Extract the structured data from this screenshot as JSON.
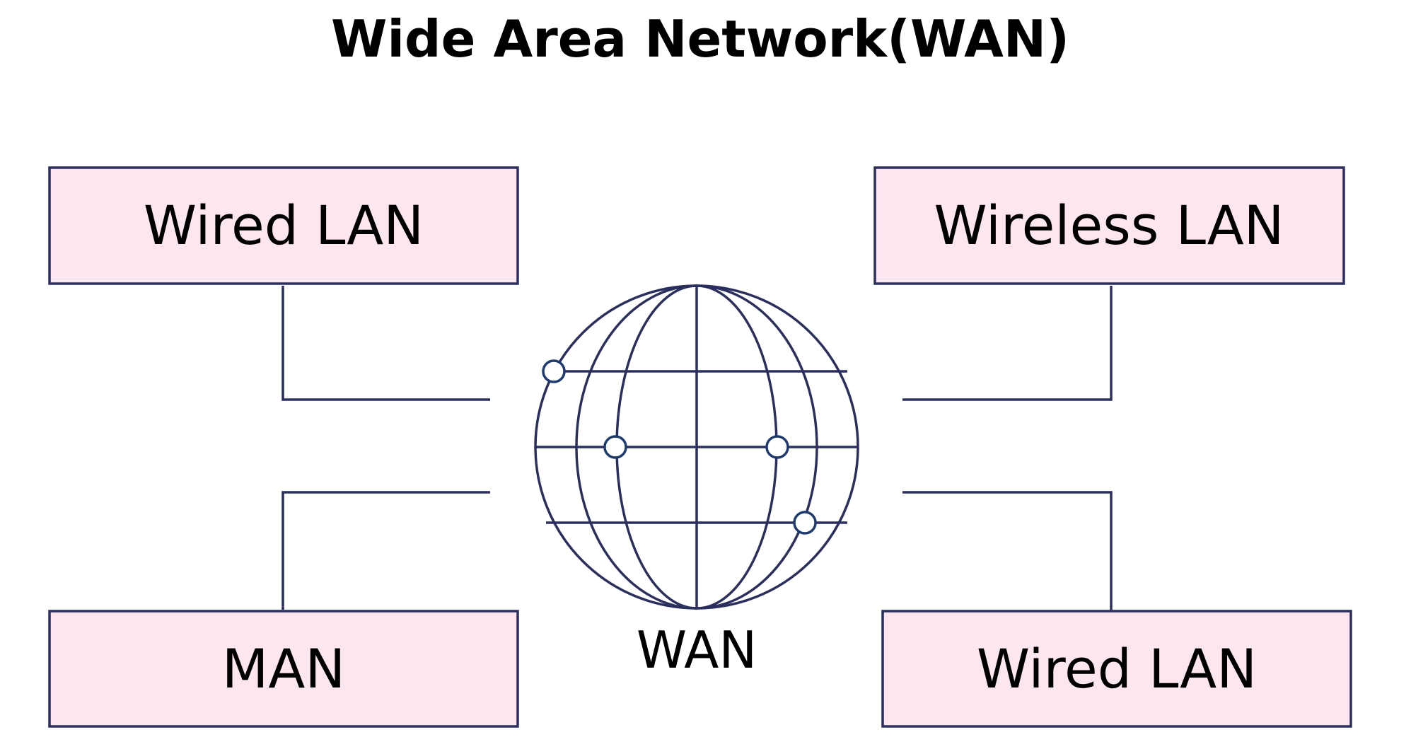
{
  "title": "Wide Area Network(WAN)",
  "colors": {
    "box_fill": "#fde6ef",
    "box_border": "#2b2f5e",
    "line": "#2b2f5e",
    "node_stroke": "#1e3a6e",
    "text": "#000000"
  },
  "boxes": {
    "top_left": "Wired LAN",
    "top_right": "Wireless LAN",
    "bottom_left": "MAN",
    "bottom_right": "Wired LAN"
  },
  "center": {
    "icon": "globe-icon",
    "label": "WAN"
  }
}
